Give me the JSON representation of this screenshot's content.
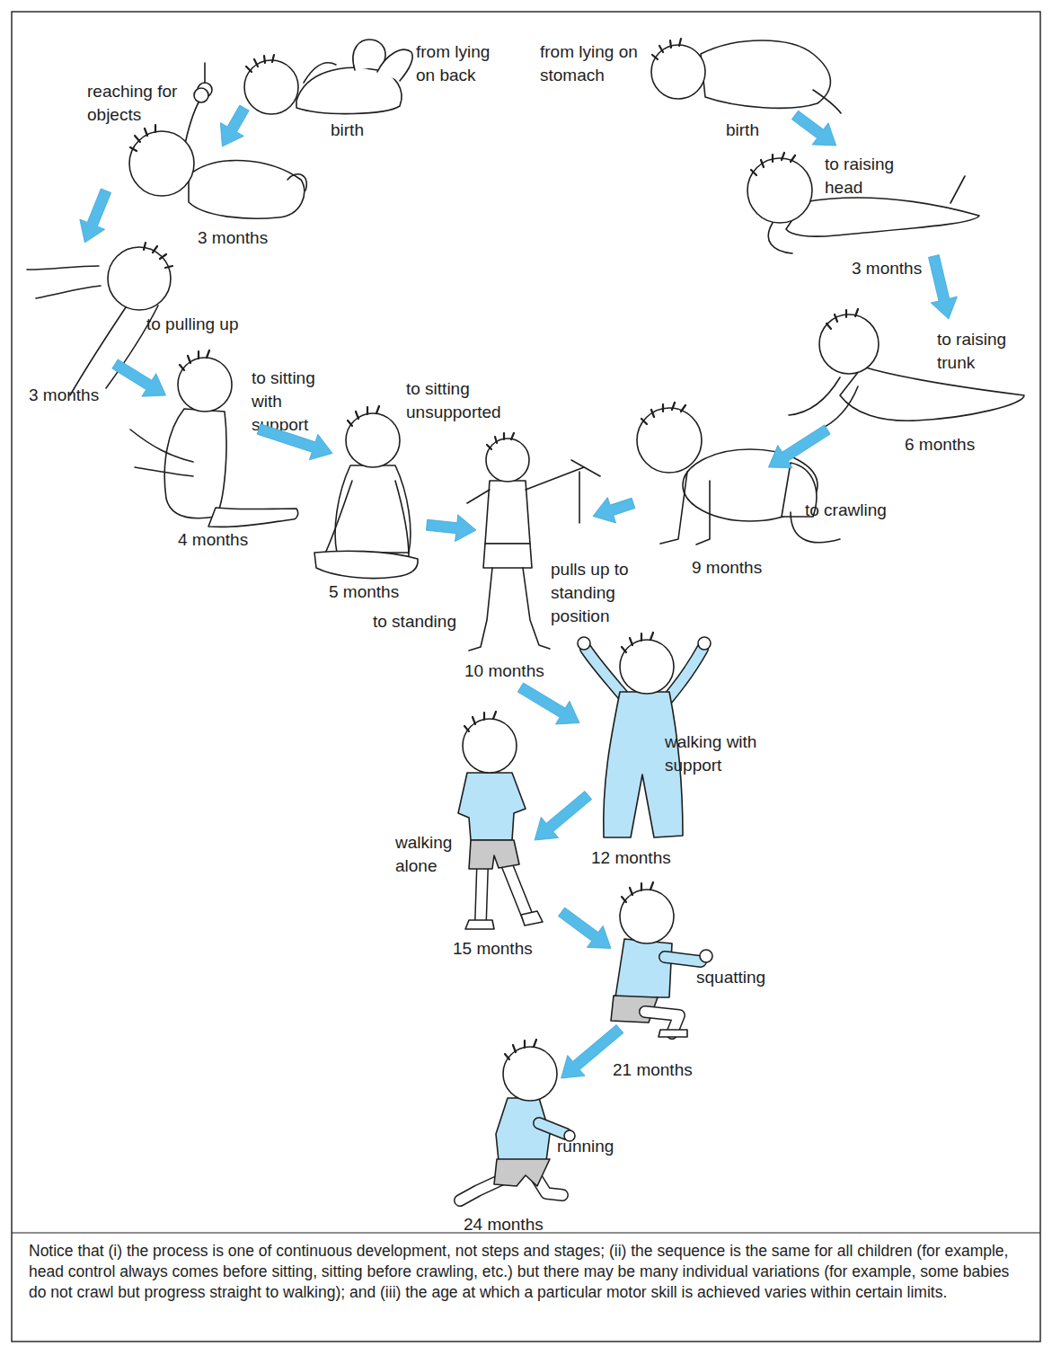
{
  "diagram": {
    "caption": "Notice that (i) the process is one of continuous development, not steps and stages; (ii) the sequence is the same for all children (for example, head control always comes before sitting, sitting before crawling, etc.) but there may be many individual variations (for example, some babies do not crawl but progress straight to walking); and (iii) the age at which a particular motor skill is achieved varies within certain limits.",
    "nodes": [
      {
        "text": [
          "from lying on back",
          "birth"
        ]
      },
      {
        "text": [
          "reaching for objects",
          "3 months"
        ]
      },
      {
        "text": [
          "to pulling up",
          "3 months"
        ]
      },
      {
        "text": [
          "to sitting with support",
          "4 months"
        ]
      },
      {
        "text": [
          "to sitting unsupported",
          "5 months"
        ]
      },
      {
        "text": [
          "to standing",
          "pulls up to standing position",
          "10 months"
        ]
      },
      {
        "text": [
          "from lying on stomach",
          "birth"
        ]
      },
      {
        "text": [
          "to raising head",
          "3 months"
        ]
      },
      {
        "text": [
          "to raising trunk",
          "6 months"
        ]
      },
      {
        "text": [
          "to crawling",
          "9 months"
        ]
      },
      {
        "text": [
          "walking with support",
          "12 months"
        ]
      },
      {
        "text": [
          "walking alone",
          "15 months"
        ]
      },
      {
        "text": [
          "squatting",
          "21 months"
        ]
      },
      {
        "text": [
          "running",
          "24 months"
        ]
      }
    ],
    "edges": [
      {
        "from": 0,
        "to": 1,
        "arrow": "to"
      },
      {
        "from": 1,
        "to": 2,
        "arrow": "to"
      },
      {
        "from": 2,
        "to": 3,
        "arrow": "to"
      },
      {
        "from": 3,
        "to": 4,
        "arrow": "to"
      },
      {
        "from": 4,
        "to": 5,
        "arrow": "to"
      },
      {
        "from": 6,
        "to": 7,
        "arrow": "to"
      },
      {
        "from": 7,
        "to": 8,
        "arrow": "to"
      },
      {
        "from": 8,
        "to": 9,
        "arrow": "to"
      },
      {
        "from": 9,
        "to": 5,
        "arrow": "to"
      },
      {
        "from": 5,
        "to": 10,
        "arrow": "to"
      },
      {
        "from": 10,
        "to": 11,
        "arrow": "to"
      },
      {
        "from": 11,
        "to": 12,
        "arrow": "to"
      },
      {
        "from": 12,
        "to": 13,
        "arrow": "to"
      }
    ]
  }
}
